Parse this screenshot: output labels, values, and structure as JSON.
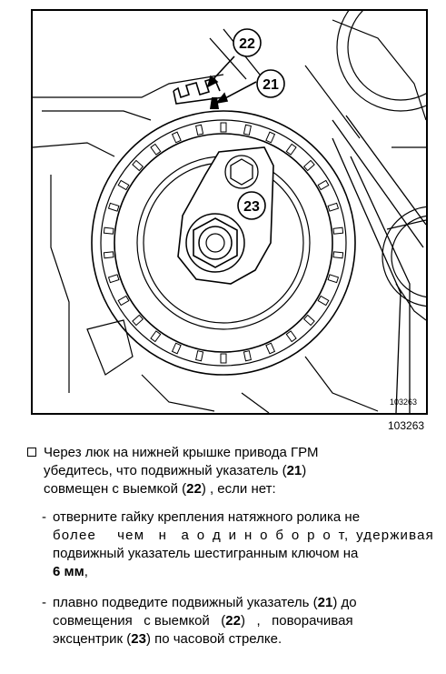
{
  "figure": {
    "callout_22": "22",
    "callout_21": "21",
    "callout_23": "23",
    "inner_number": "103263",
    "caption_number": "103263"
  },
  "instruction": {
    "line1": "Через люк на нижней крышке привода ГРМ",
    "line2_pre": "убедитесь, что подвижный указатель (",
    "line2_ref": "21",
    "line2_post": ")",
    "line3_pre": "совмещен с выемкой (",
    "line3_ref": "22",
    "line3_post": ") , если нет:",
    "step1": {
      "line1": "отверните гайку крепления натяжного ролика не",
      "line2": "более   чем  н  а о д и н о б о р о т, удерживая",
      "line3": "подвижный указатель шестигранным ключом на",
      "line4_bold": "6 мм",
      "line4_post": ","
    },
    "step2": {
      "line1_pre": "плавно подведите подвижный указатель (",
      "line1_ref": "21",
      "line1_post": ") до",
      "line2_pre": "совмещения   с выемкой   (",
      "line2_ref": "22",
      "line2_post": ")   ,   поворачивая",
      "line3_pre": "эксцентрик (",
      "line3_ref": "23",
      "line3_post": ") по часовой стрелке."
    }
  }
}
